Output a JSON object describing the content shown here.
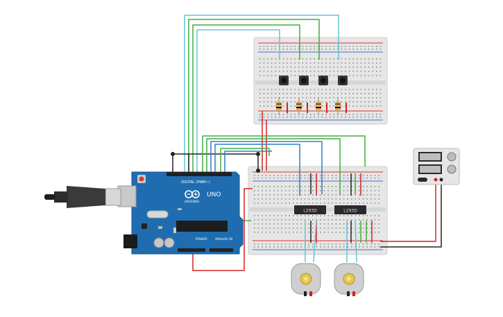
{
  "board": {
    "brand": "ARDUINO",
    "model": "UNO",
    "digital_label": "DIGITAL (PWM~)",
    "power_label": "POWER",
    "analog_label": "ANALOG IN"
  },
  "drivers": [
    {
      "label": "L293D"
    },
    {
      "label": "L293D"
    }
  ],
  "colors": {
    "board": "#1f6db0",
    "breadboard": "#e8e8e8",
    "wire_cyan": "#64c3d8",
    "wire_green": "#3fae3f",
    "wire_blue": "#2c7fc9",
    "wire_red": "#d42020",
    "wire_black": "#222222",
    "rail_red": "#d93333",
    "rail_blue": "#3d73c4"
  },
  "icons": {
    "usb": "usb-cable-icon",
    "power_supply": "power-supply-icon",
    "motor": "dc-motor-icon"
  }
}
